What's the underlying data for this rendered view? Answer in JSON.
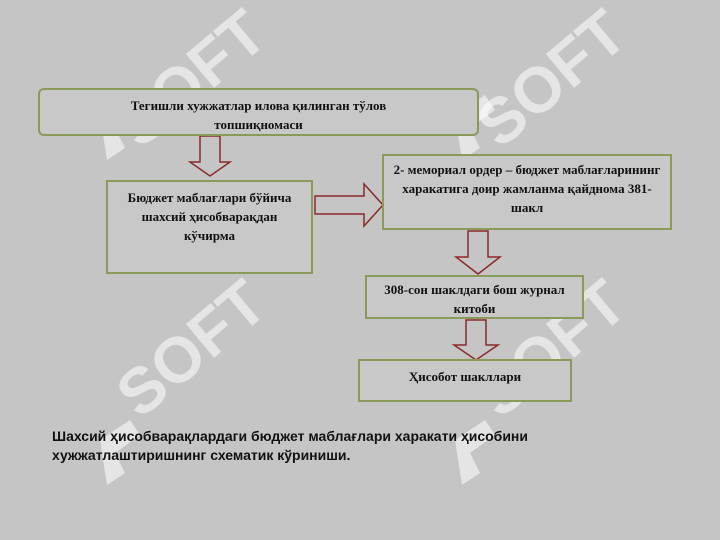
{
  "watermark": {
    "text": "SOFT",
    "color": "#ffffff"
  },
  "diagram": {
    "top_box": "Тегишли хужжатлар илова қилинган тўлов топшиқномаси",
    "left_box": "Бюджет маблағлари бўйича шахсий ҳисобварақдан кўчирма",
    "right_box": "2- мемориал ордер – бюджет маблағларининг харакатига доир жамланма қайдномa 381-шакл",
    "middle_box": "308-сон шаклдаги бош журнал китоби",
    "bottom_box": "Ҳисобот шакллари"
  },
  "caption": "Шахсий ҳисобварақлардаги бюджет маблағлари харакати ҳисобини хужжатлаштиришнинг схематик кўриниши.",
  "colors": {
    "box_border": "#8a9a5b",
    "arrow_stroke": "#8b2a2a",
    "background": "#c5c5c5"
  }
}
